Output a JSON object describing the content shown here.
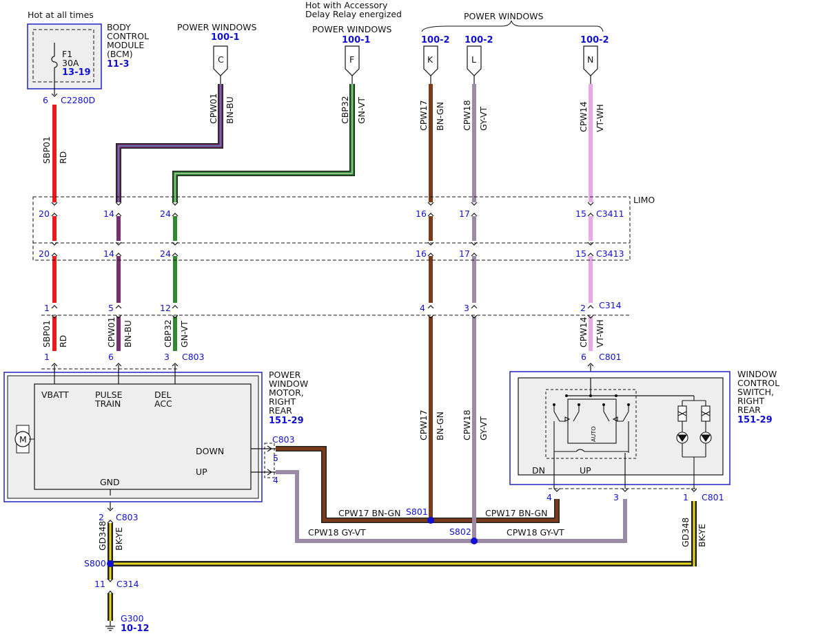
{
  "colors": {
    "RD": "#e81c1c",
    "BN-BU": "#7a2e6e",
    "GN-VT": "#2f8a2f",
    "BN-GN": "#7a3a1c",
    "GY-VT": "#9a8aa6",
    "VT-WH": "#e9a8e6",
    "BK-YE": "#222222",
    "BK-YE-stripe": "#e8d820",
    "label_blue": "#1010d0",
    "module_outline": "#2020c0"
  },
  "labels": {
    "hot_all_times": "Hot at all times",
    "hot_accessory_1": "Hot with Accessory",
    "hot_accessory_2": "Delay Relay energized",
    "pw_c_title": "POWER WINDOWS",
    "pw_c_ref": "100-1",
    "pw_f_title": "POWER WINDOWS",
    "pw_f_ref": "100-1",
    "pw_group_title": "POWER WINDOWS",
    "pw_k_ref": "100-2",
    "pw_l_ref": "100-2",
    "pw_n_ref": "100-2",
    "pin_c": "C",
    "pin_f": "F",
    "pin_k": "K",
    "pin_l": "L",
    "pin_n": "N",
    "bcm_1": "BODY",
    "bcm_2": "CONTROL",
    "bcm_3": "MODULE",
    "bcm_4": "(BCM)",
    "bcm_ref": "11-3",
    "fuse_name": "F1",
    "fuse_amp": "30A",
    "fuse_ref": "13-19",
    "c2280d_pin": "6",
    "c2280d": "C2280D",
    "limo": "LIMO",
    "c3411": "C3411",
    "c3413": "C3413",
    "c314": "C314",
    "c803": "C803",
    "c801": "C801",
    "motor_1": "POWER",
    "motor_2": "WINDOW",
    "motor_3": "MOTOR,",
    "motor_4": "RIGHT",
    "motor_5": "REAR",
    "motor_ref": "151-29",
    "motor_vbatt": "VBATT",
    "motor_pulse_1": "PULSE",
    "motor_pulse_2": "TRAIN",
    "motor_del_1": "DEL",
    "motor_del_2": "ACC",
    "motor_down": "DOWN",
    "motor_up": "UP",
    "motor_gnd": "GND",
    "motor_m": "M",
    "switch_1": "WINDOW",
    "switch_2": "CONTROL",
    "switch_3": "SWITCH,",
    "switch_4": "RIGHT",
    "switch_5": "REAR",
    "switch_ref": "151-29",
    "switch_dn": "DN",
    "switch_up": "UP",
    "switch_auto": "AUTO",
    "s801": "S801",
    "s802": "S802",
    "s800": "S800",
    "g300": "G300",
    "g300_ref": "10-12",
    "c803_down_pin": "5",
    "c803_up_pin": "4",
    "c801_dn_pin": "4",
    "c801_up_pin": "3",
    "c801_gnd_pin": "1",
    "c803_gnd_pin": "2",
    "c314_gnd_pin": "11"
  },
  "wires": {
    "sbp01": "SBP01",
    "rd": "RD",
    "cpw01": "CPW01",
    "bn_bu": "BN-BU",
    "cbp32": "CBP32",
    "gn_vt": "GN-VT",
    "cpw17": "CPW17",
    "bn_gn": "BN-GN",
    "cpw18": "CPW18",
    "gy_vt": "GY-VT",
    "cpw14": "CPW14",
    "vt_wh": "VT-WH",
    "gd348": "GD348",
    "bk_ye": "BK-YE",
    "cpw17_h": "CPW17  BN-GN",
    "cpw18_h": "CPW18  GY-VT"
  },
  "pins": {
    "c3411": [
      "20",
      "14",
      "24",
      "16",
      "17",
      "15"
    ],
    "c3413": [
      "20",
      "14",
      "24",
      "16",
      "17",
      "15"
    ],
    "c314": [
      "1",
      "5",
      "12",
      "4",
      "3",
      "2"
    ],
    "c803": [
      "1",
      "6",
      "3"
    ],
    "c801_top": "6"
  }
}
